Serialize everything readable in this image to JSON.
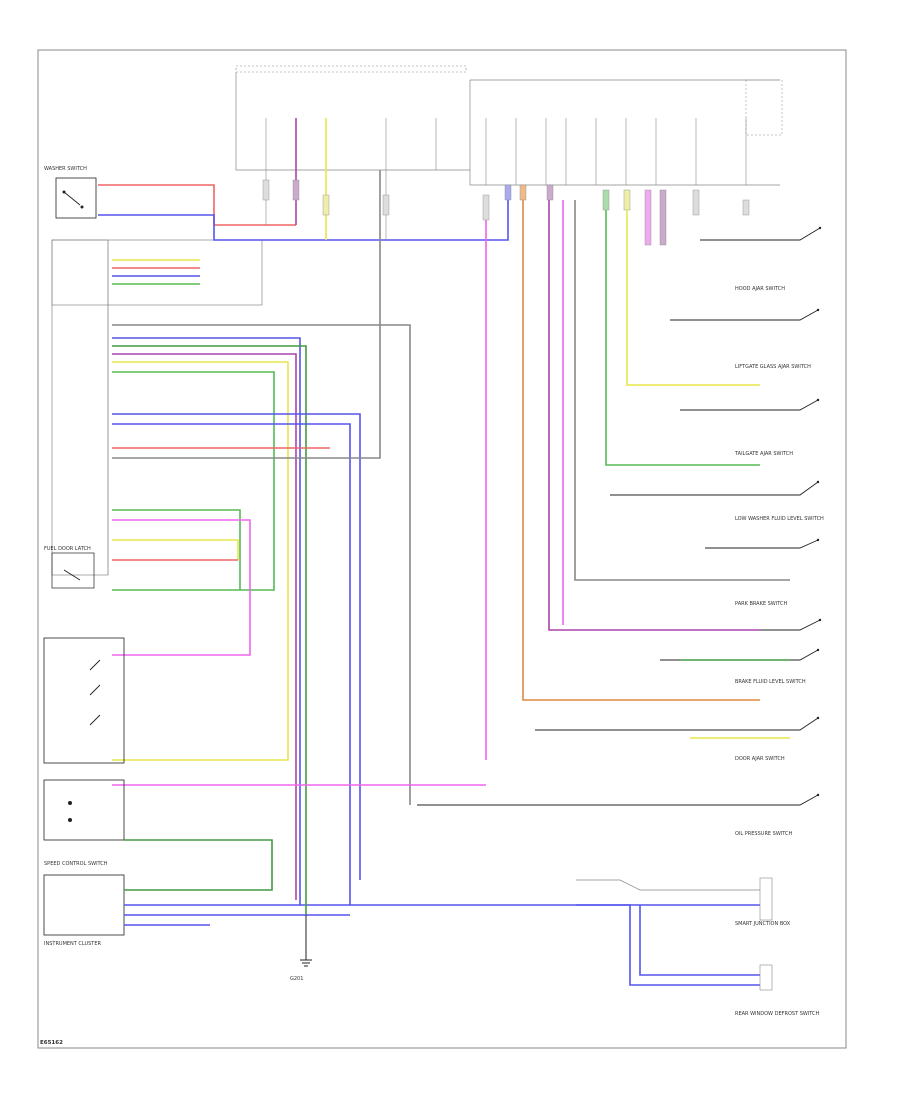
{
  "diagram_code": "E65162",
  "labels": {
    "wiper_switch": "WASHER SWITCH",
    "fuel_door": "FUEL DOOR LATCH",
    "speed_control": "SPEED CONTROL SWITCH",
    "hood": "HOOD AJAR SWITCH",
    "liftgate_glass": "LIFTGATE GLASS AJAR SWITCH",
    "tailgate": "TAILGATE AJAR SWITCH",
    "low_washer": "LOW WASHER FLUID LEVEL SWITCH",
    "oil_pressure": "OIL PRESSURE SWITCH",
    "brake_fluid": "BRAKE FLUID LEVEL SWITCH",
    "park_brake": "PARK BRAKE SWITCH",
    "door_ajar": "DOOR AJAR SWITCH",
    "rear_window": "REAR WINDOW DEFROST SWITCH",
    "instrument": "INSTRUMENT CLUSTER",
    "ground": "G201",
    "smart_junction": "SMART JUNCTION BOX"
  },
  "wire_colors": {
    "red": "#ee6666",
    "blue": "#5555ee",
    "violet": "#aa44aa",
    "pink": "#ee66ee",
    "yellow": "#e6e64a",
    "green": "#55bb55",
    "dkgreen": "#449944",
    "orange": "#dd8844",
    "gray": "#888888",
    "black": "#222222"
  }
}
